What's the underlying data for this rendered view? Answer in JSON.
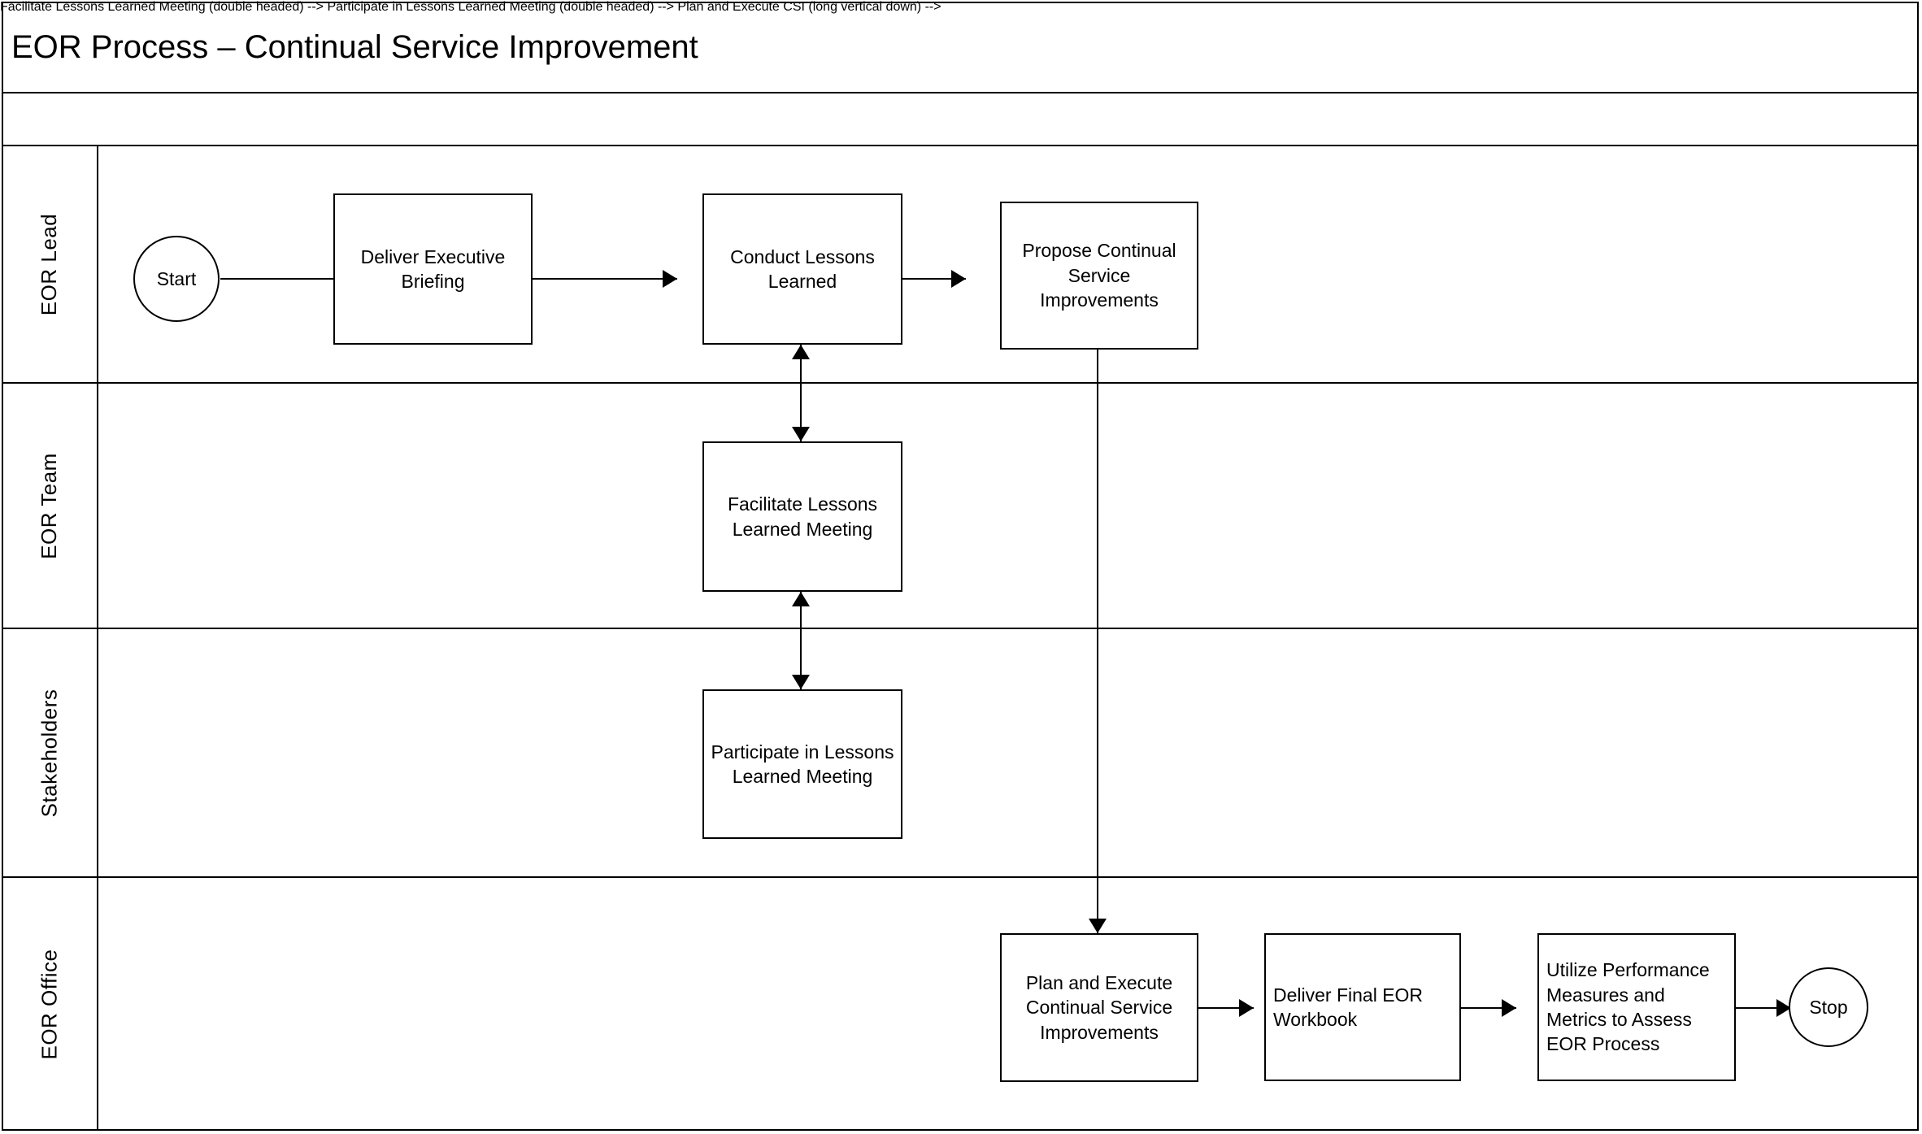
{
  "diagram": {
    "title": "EOR Process – Continual Service Improvement",
    "header_strip_label": "",
    "line_color": "#000000",
    "background_color": "#ffffff"
  },
  "lanes": [
    {
      "id": "eor-lead",
      "label": "EOR Lead"
    },
    {
      "id": "eor-team",
      "label": "EOR Team"
    },
    {
      "id": "stakeholders",
      "label": "Stakeholders"
    },
    {
      "id": "eor-office",
      "label": "EOR Office"
    }
  ],
  "nodes": {
    "start": {
      "label": "Start",
      "shape": "terminator",
      "lane": "eor-lead"
    },
    "deliver_briefing": {
      "label": "Deliver Executive Briefing",
      "shape": "process",
      "lane": "eor-lead"
    },
    "conduct_lessons": {
      "label": "Conduct Lessons Learned",
      "shape": "process",
      "lane": "eor-lead"
    },
    "propose_csi": {
      "label": "Propose Continual Service Improvements",
      "shape": "process",
      "lane": "eor-lead"
    },
    "facilitate_meeting": {
      "label": "Facilitate Lessons Learned Meeting",
      "shape": "process",
      "lane": "eor-team"
    },
    "participate_meeting": {
      "label": "Participate in Lessons Learned Meeting",
      "shape": "process",
      "lane": "stakeholders"
    },
    "plan_execute_csi": {
      "label": "Plan and Execute Continual Service Improvements",
      "shape": "process",
      "lane": "eor-office"
    },
    "deliver_workbook": {
      "label": "Deliver Final EOR Workbook",
      "shape": "process",
      "lane": "eor-office"
    },
    "utilize_metrics": {
      "label": "Utilize Performance Measures and Metrics to Assess EOR Process",
      "shape": "process",
      "lane": "eor-office"
    },
    "stop": {
      "label": "Stop",
      "shape": "terminator",
      "lane": "eor-office"
    }
  },
  "connections": [
    {
      "from": "start",
      "to": "deliver_briefing",
      "direction": "right",
      "arrowheads": 1
    },
    {
      "from": "deliver_briefing",
      "to": "conduct_lessons",
      "direction": "right",
      "arrowheads": 1
    },
    {
      "from": "conduct_lessons",
      "to": "propose_csi",
      "direction": "right",
      "arrowheads": 1
    },
    {
      "from": "conduct_lessons",
      "to": "facilitate_meeting",
      "direction": "vertical",
      "arrowheads": 2
    },
    {
      "from": "facilitate_meeting",
      "to": "participate_meeting",
      "direction": "vertical",
      "arrowheads": 2
    },
    {
      "from": "propose_csi",
      "to": "plan_execute_csi",
      "direction": "down",
      "arrowheads": 1
    },
    {
      "from": "plan_execute_csi",
      "to": "deliver_workbook",
      "direction": "right",
      "arrowheads": 1
    },
    {
      "from": "deliver_workbook",
      "to": "utilize_metrics",
      "direction": "right",
      "arrowheads": 1
    },
    {
      "from": "utilize_metrics",
      "to": "stop",
      "direction": "right",
      "arrowheads": 1
    }
  ]
}
